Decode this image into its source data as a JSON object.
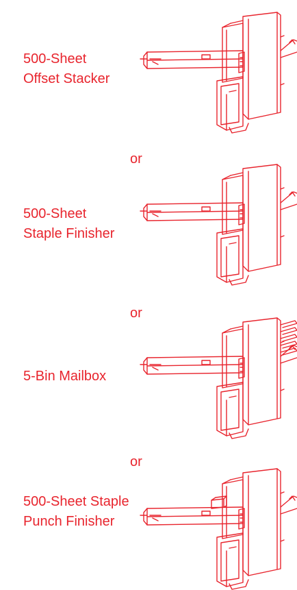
{
  "options": [
    {
      "line1": "500-Sheet",
      "line2": "Offset Stacker"
    },
    {
      "line1": "500-Sheet",
      "line2": "Staple Finisher"
    },
    {
      "line1": "5-Bin Mailbox",
      "line2": ""
    },
    {
      "line1": "500-Sheet Staple",
      "line2": "Punch Finisher"
    }
  ],
  "separator": "or",
  "accent_color": "#e8242d"
}
